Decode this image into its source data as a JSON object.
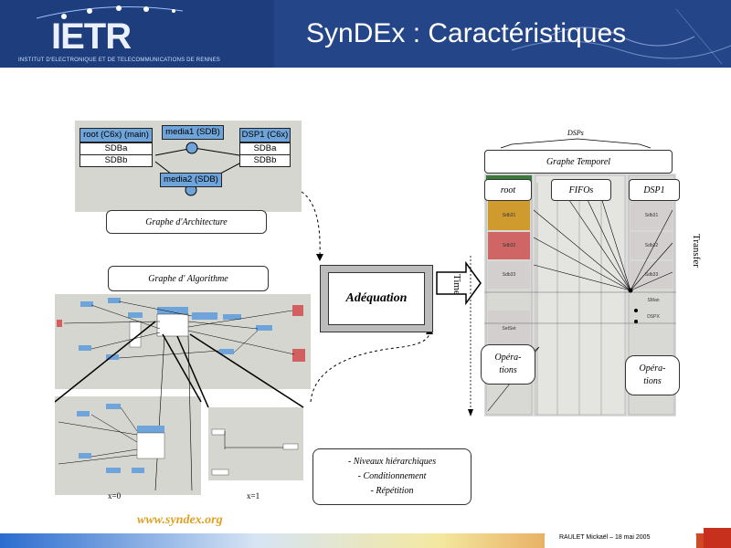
{
  "header": {
    "logo": "IETR",
    "logo_subtitle": "INSTITUT D'ELECTRONIQUE ET DE TELECOMMUNICATIONS DE RENNES",
    "title": "SynDEx : Caractéristiques"
  },
  "architecture": {
    "nodes": [
      {
        "name": "root (C6x) (main)",
        "ports": [
          "SDBa",
          "SDBb"
        ]
      },
      {
        "name": "media1 (SDB)"
      },
      {
        "name": "DSP1 (C6x)",
        "ports": [
          "SDBa",
          "SDBb"
        ]
      },
      {
        "name": "media2 (SDB)"
      }
    ],
    "label": "Graphe d'Architecture"
  },
  "algorithm": {
    "label": "Graphe d' Algorithme",
    "sub_labels": [
      "x=0",
      "x=1"
    ]
  },
  "adequation": {
    "label": "Adéquation"
  },
  "temporal": {
    "top_label": "DSPs",
    "title": "Graphe Temporel",
    "columns": [
      "root",
      "FIFOs",
      "DSP1"
    ],
    "time_label": "Time",
    "transfer_label": "Transfer",
    "operations_label_1": "Opéra-\ntions",
    "operations_label_2": "Opéra-\ntions",
    "gantt_cells": [
      "Sdb31",
      "Sdb32",
      "Sdb33",
      "SetSet",
      "Sdb31",
      "Sdb32",
      "Sdb33",
      "SMan",
      "DSPX"
    ]
  },
  "features": [
    "- Niveaux hiérarchiques",
    "- Conditionnement",
    "- Répétition"
  ],
  "footer": {
    "url": "www.syndex.org",
    "author": "RAULET Mickaël – 18 mai 2005"
  }
}
